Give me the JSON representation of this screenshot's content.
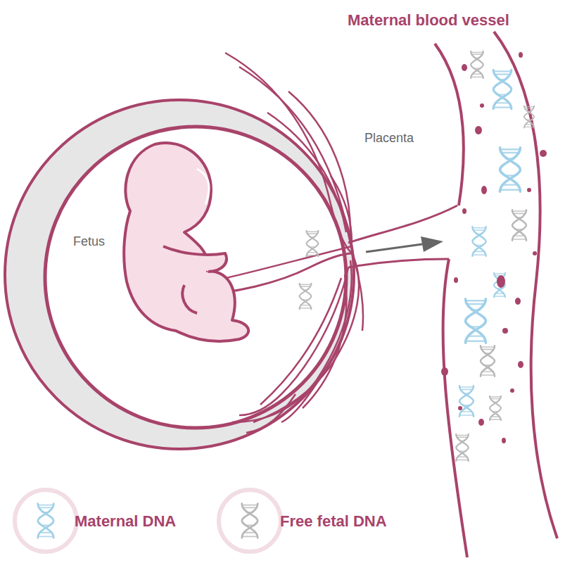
{
  "diagram": {
    "labels": [
      "Maternal blood vessel",
      "Placenta",
      "Fetus"
    ],
    "legend": [
      {
        "text": "Maternal DNA"
      },
      {
        "text": "Free fetal DNA"
      }
    ]
  }
}
